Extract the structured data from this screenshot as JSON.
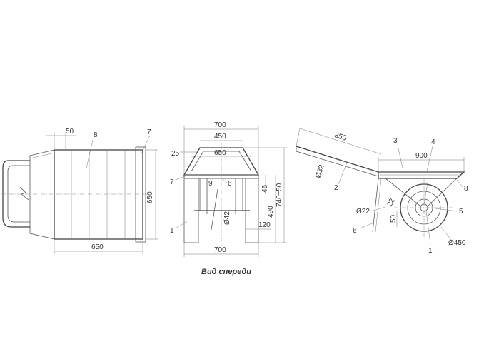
{
  "top_view": {
    "dims": {
      "dim_50": "50",
      "dim_650_h": "650",
      "dim_650_v": "650"
    },
    "labels": {
      "part_8": "8",
      "part_7": "7"
    }
  },
  "front_view": {
    "caption": "Вид спереди",
    "dims": {
      "dim_700_top": "700",
      "dim_450": "450",
      "dim_650": "650",
      "dim_25": "25",
      "dim_45": "45",
      "dim_490": "490",
      "dim_740": "740±50",
      "dim_42": "Ø42",
      "dim_120": "120",
      "dim_700_bottom": "700"
    },
    "labels": {
      "part_7": "7",
      "part_9": "9",
      "part_6": "6",
      "part_1": "1"
    }
  },
  "side_view": {
    "dims": {
      "dim_850": "850",
      "dim_900": "900",
      "dim_32": "Ø32",
      "dim_22": "Ø22",
      "dim_22b": "22",
      "dim_50": "50",
      "dim_450": "Ø450"
    },
    "labels": {
      "part_3": "3",
      "part_4": "4",
      "part_2": "2",
      "part_8": "8",
      "part_5": "5",
      "part_6": "6",
      "part_1": "1"
    }
  }
}
